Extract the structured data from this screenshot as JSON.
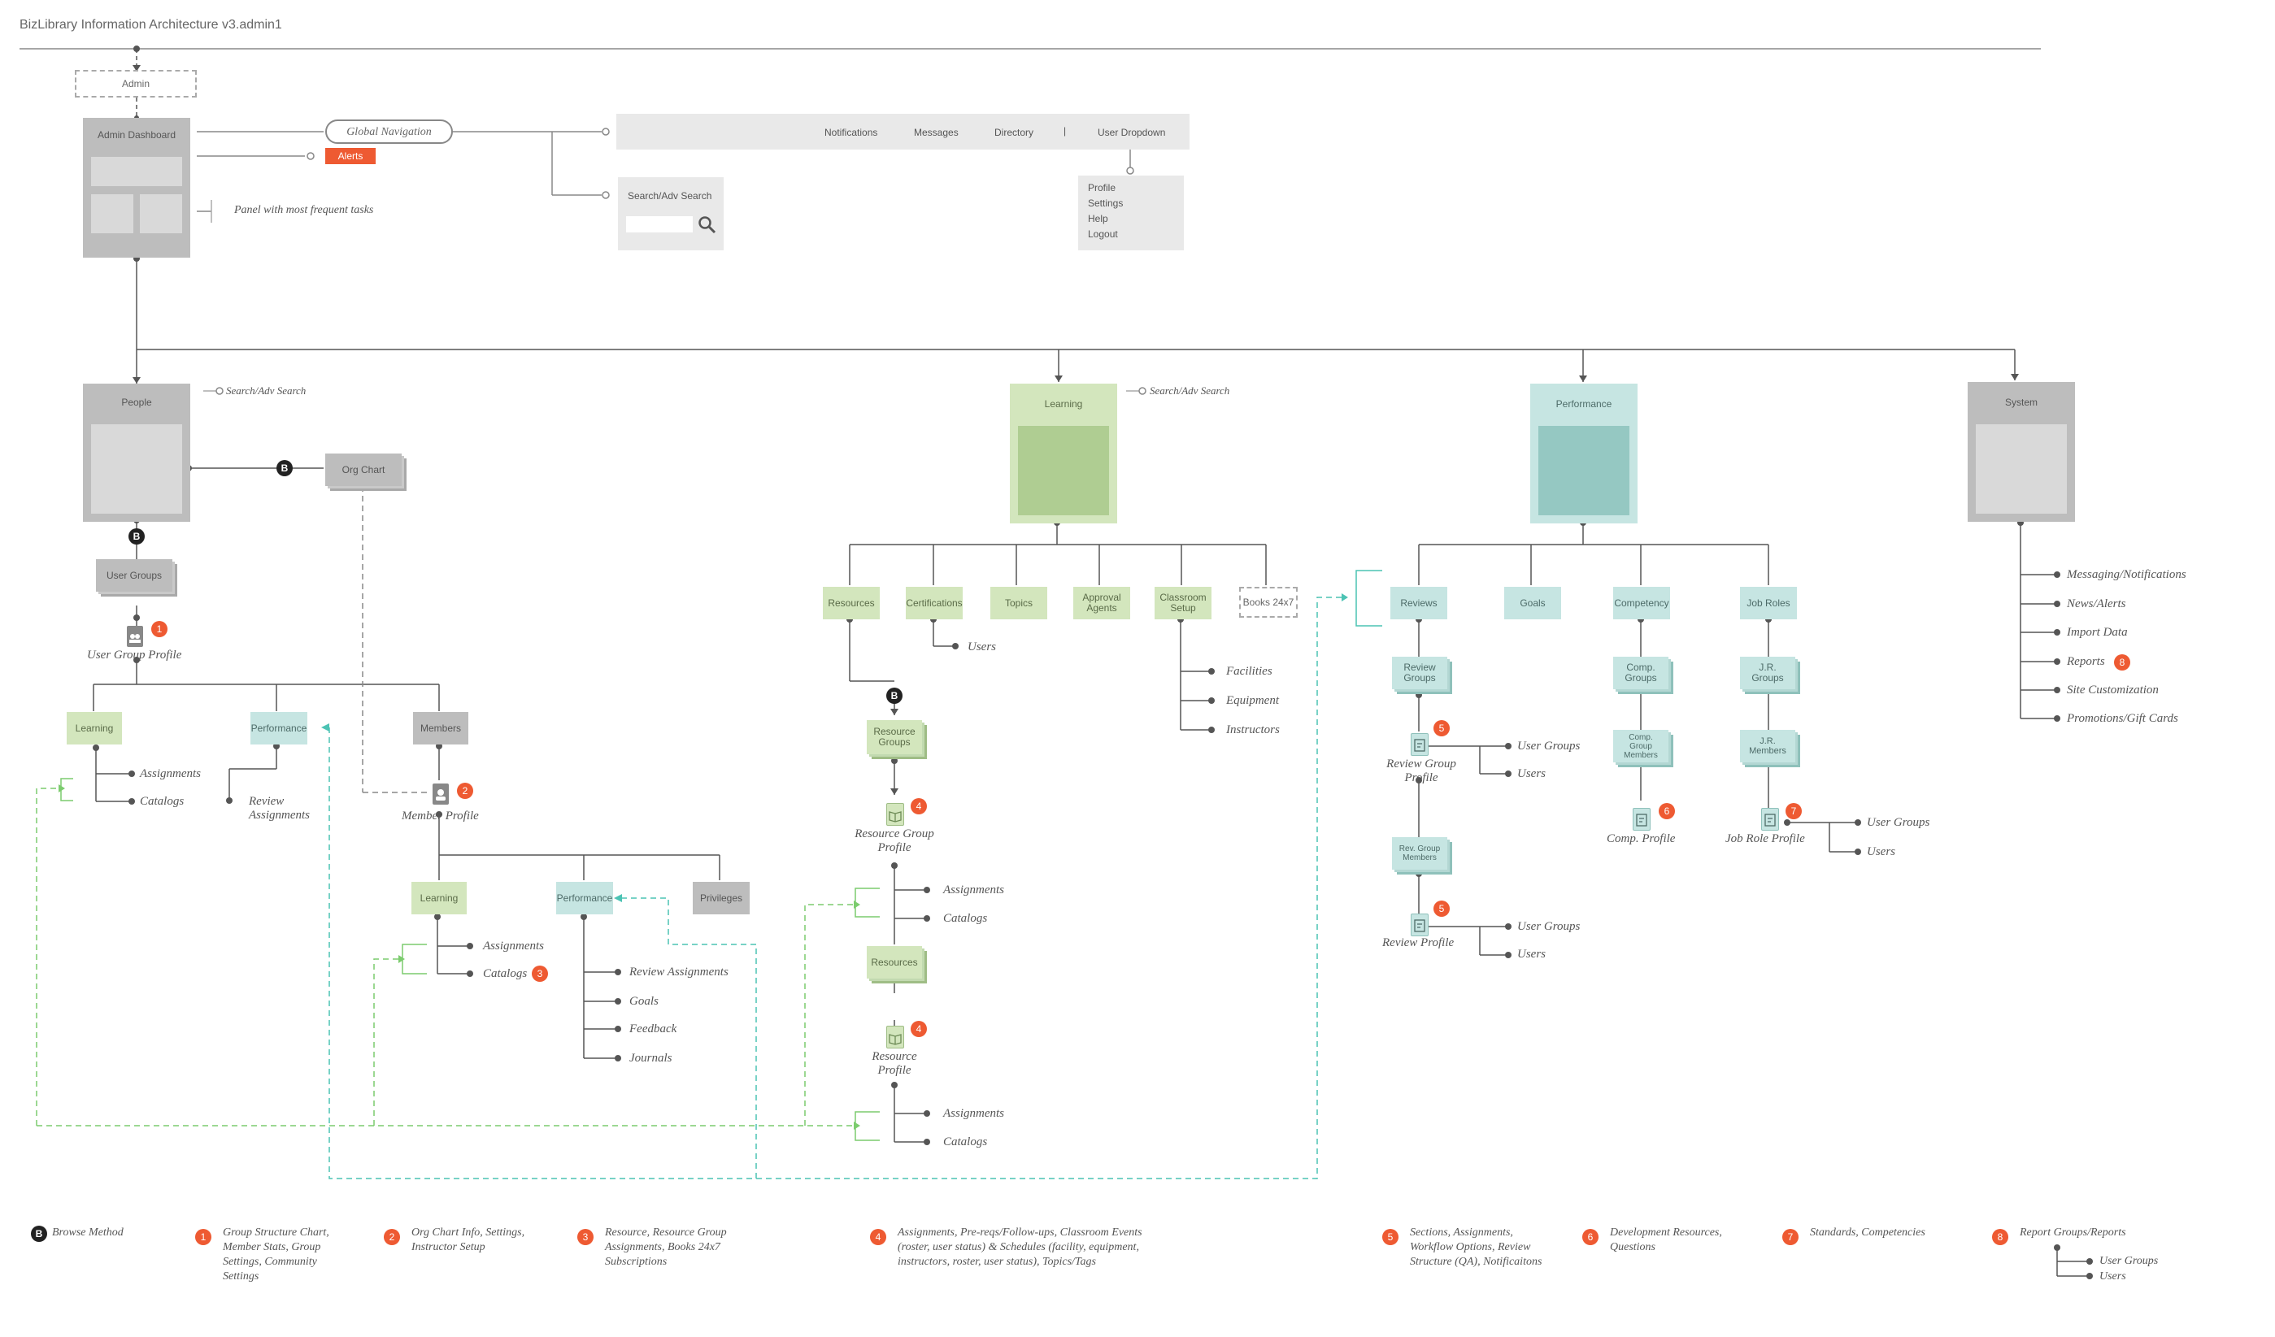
{
  "title": "BizLibrary Information Architecture v3.admin1",
  "top": {
    "admin": "Admin",
    "admin_dashboard": "Admin Dashboard",
    "global_navigation": "Global Navigation",
    "alerts": "Alerts",
    "panel_note": "Panel with most frequent tasks",
    "nav_items": [
      "Notifications",
      "Messages",
      "Directory",
      "|",
      "User Dropdown"
    ],
    "search_adv": "Search/Adv Search",
    "user_dropdown_items": [
      "Profile",
      "Settings",
      "Help",
      "Logout"
    ]
  },
  "people": {
    "title": "People",
    "search_note": "Search/Adv Search",
    "org_chart": "Org Chart",
    "user_groups": "User Groups",
    "user_group_profile": "User Group Profile",
    "learning": "Learning",
    "performance": "Performance",
    "members": "Members",
    "assignments": "Assignments",
    "catalogs": "Catalogs",
    "review_assignments": "Review Assignments",
    "member_profile": "Member Profile",
    "mp_learning": "Learning",
    "mp_performance": "Performance",
    "mp_privileges": "Privileges",
    "mp_assignments": "Assignments",
    "mp_catalogs": "Catalogs",
    "mp_perf_items": [
      "Review Assignments",
      "Goals",
      "Feedback",
      "Journals"
    ]
  },
  "learning": {
    "title": "Learning",
    "search_note": "Search/Adv Search",
    "children": [
      "Resources",
      "Certifications",
      "Topics",
      "Approval Agents",
      "Classroom Setup",
      "Books 24x7"
    ],
    "cert_users": "Users",
    "classroom_items": [
      "Facilities",
      "Equipment",
      "Instructors"
    ],
    "resource_groups": "Resource Groups",
    "resource_group_profile": "Resource Group Profile",
    "rg_assignments": "Assignments",
    "rg_catalogs": "Catalogs",
    "resources": "Resources",
    "resource_profile": "Resource Profile",
    "rp_assignments": "Assignments",
    "rp_catalogs": "Catalogs"
  },
  "performance": {
    "title": "Performance",
    "children": [
      "Reviews",
      "Goals",
      "Competency",
      "Job Roles"
    ],
    "review_groups": "Review Groups",
    "review_group_profile": "Review Group Profile",
    "rgp_user_groups": "User Groups",
    "rgp_users": "Users",
    "rev_group_members": "Rev. Group Members",
    "review_profile": "Review Profile",
    "rp_user_groups": "User Groups",
    "rp_users": "Users",
    "comp_groups": "Comp. Groups",
    "comp_group_members": "Comp. Group Members",
    "comp_profile": "Comp. Profile",
    "jr_groups": "J.R. Groups",
    "jr_members": "J.R. Members",
    "job_role_profile": "Job Role Profile",
    "jrp_user_groups": "User Groups",
    "jrp_users": "Users"
  },
  "system": {
    "title": "System",
    "items": [
      "Messaging/Notifications",
      "News/Alerts",
      "Import Data",
      "Reports",
      "Site Customization",
      "Promotions/Gift Cards"
    ]
  },
  "badges": {
    "b": "B",
    "n1": "1",
    "n2": "2",
    "n3": "3",
    "n4": "4",
    "n5": "5",
    "n6": "6",
    "n7": "7",
    "n8": "8"
  },
  "legend": {
    "browse": "Browse Method",
    "l1": [
      "Group Structure Chart,",
      "Member Stats, Group",
      "Settings, Community",
      "Settings"
    ],
    "l2": [
      "Org Chart Info, Settings,",
      "Instructor Setup"
    ],
    "l3": [
      "Resource, Resource Group",
      "Assignments, Books 24x7",
      "Subscriptions"
    ],
    "l4": [
      "Assignments, Pre-reqs/Follow-ups, Classroom Events",
      "(roster, user status) & Schedules (facility, equipment,",
      "instructors, roster, user status), Topics/Tags"
    ],
    "l5": [
      "Sections, Assignments,",
      "Workflow Options, Review",
      "Structure (QA), Notificaitons"
    ],
    "l6": [
      "Development Resources,",
      "Questions"
    ],
    "l7": [
      "Standards, Competencies"
    ],
    "l8": "Report Groups/Reports",
    "l8_items": [
      "User Groups",
      "Users"
    ]
  },
  "colors": {
    "line": "#555555",
    "green_dash": "#7ccc6e",
    "teal_dash": "#4cc3b4",
    "accent": "#ee5a32",
    "gray_box": "#bdbdbd",
    "green_box": "#d3e6bd",
    "teal_box": "#c6e5e2"
  }
}
